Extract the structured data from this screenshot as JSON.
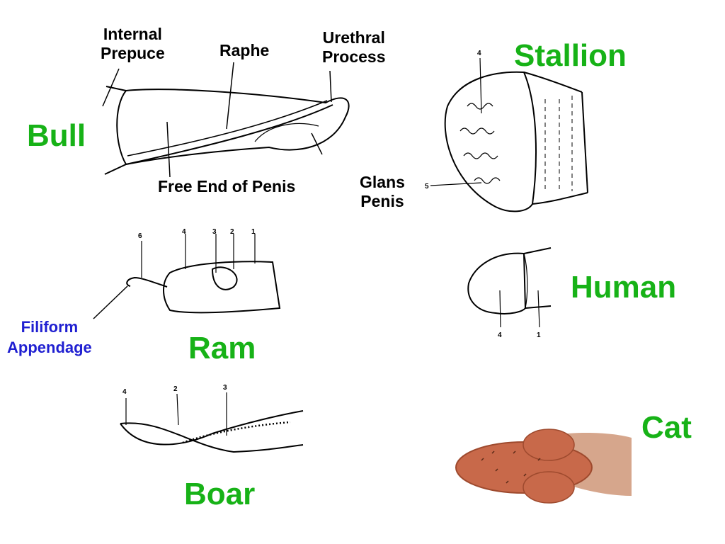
{
  "colors": {
    "species": "#17b217",
    "filiform": "#1f1fd1",
    "cat": "#c8694a",
    "ink": "#000000"
  },
  "labels": {
    "internal_prepuce": [
      "Internal",
      "Prepuce"
    ],
    "raphe": "Raphe",
    "urethral_process": [
      "Urethral",
      "Process"
    ],
    "free_end": "Free End of Penis",
    "glans_penis": [
      "Glans",
      "Penis"
    ],
    "filiform": [
      "Filiform",
      "Appendage"
    ]
  },
  "species": {
    "bull": "Bull",
    "stallion": "Stallion",
    "ram": "Ram",
    "human": "Human",
    "boar": "Boar",
    "cat": "Cat"
  },
  "numbers": {
    "stallion": [
      "4",
      "5"
    ],
    "ram": [
      "6",
      "4",
      "3",
      "2",
      "1"
    ],
    "human": [
      "4",
      "1"
    ],
    "boar": [
      "4",
      "2",
      "3"
    ]
  }
}
